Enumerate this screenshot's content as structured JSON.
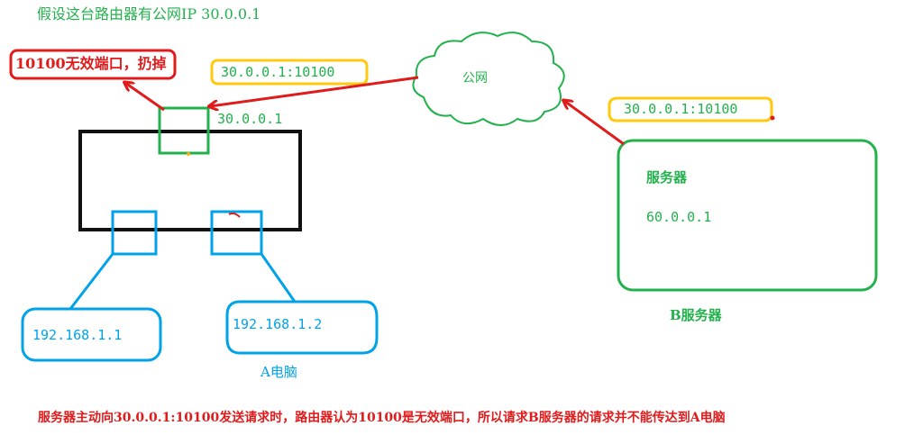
{
  "title": "假设这台路由器有公网IP  30.0.0.1",
  "router_ip": "30.0.0.1",
  "drop_note": "10100无效端口，扔掉",
  "label_packet_near_router": "30.0.0.1:10100",
  "label_packet_near_server": "30.0.0.1:10100",
  "cloud_label": "公网",
  "server": {
    "title": "服务器",
    "ip": "60.0.0.1",
    "caption": "B服务器"
  },
  "pc1_ip": "192.168.1.1",
  "pc2_ip": "192.168.1.2",
  "pc_caption": "A电脑",
  "footer": "服务器主动向30.0.0.1:10100发送请求时，路由器认为10100是无效端口，所以请求B服务器的请求并不能传达到A电脑",
  "colors": {
    "green": "#22b14c",
    "blue": "#00a2e8",
    "red": "#e01b1b",
    "yellow": "#ffc90e",
    "black": "#111111"
  }
}
